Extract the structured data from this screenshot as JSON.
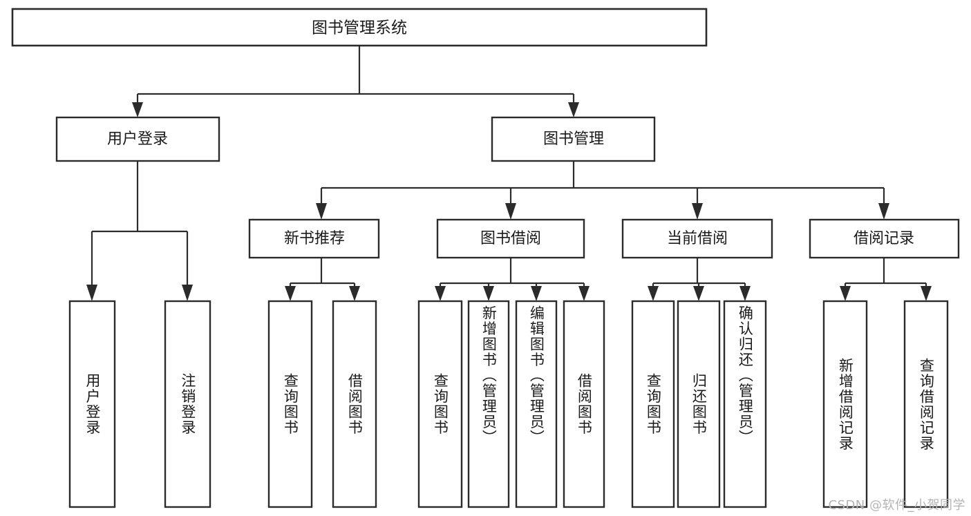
{
  "diagram": {
    "type": "tree-hierarchy",
    "title": "图书管理系统",
    "orientation": "top-down",
    "colors": {
      "box_stroke": "#2b2b2b",
      "box_fill": "#ffffff",
      "connector": "#2b2b2b",
      "text": "#1a1a1a",
      "background": "#ffffff",
      "watermark": "#b4b4b4"
    },
    "root": {
      "label": "图书管理系统"
    },
    "level2": [
      {
        "label": "用户登录"
      },
      {
        "label": "图书管理"
      }
    ],
    "level3": [
      {
        "label": "新书推荐"
      },
      {
        "label": "图书借阅"
      },
      {
        "label": "当前借阅"
      },
      {
        "label": "借阅记录"
      }
    ],
    "leaves": {
      "user_login": [
        {
          "label": "用户登录"
        },
        {
          "label": "注销登录"
        }
      ],
      "new_book_recommend": [
        {
          "label": "查询图书"
        },
        {
          "label": "借阅图书"
        }
      ],
      "book_borrow": [
        {
          "label": "查询图书"
        },
        {
          "label": "新增图书（管理员）"
        },
        {
          "label": "编辑图书（管理员）"
        },
        {
          "label": "借阅图书"
        }
      ],
      "current_borrow": [
        {
          "label": "查询图书"
        },
        {
          "label": "归还图书"
        },
        {
          "label": "确认归还（管理员）"
        }
      ],
      "borrow_record": [
        {
          "label": "新增借阅记录"
        },
        {
          "label": "查询借阅记录"
        }
      ]
    }
  },
  "watermark": {
    "text": "CSDN @软件_小贺同学"
  }
}
